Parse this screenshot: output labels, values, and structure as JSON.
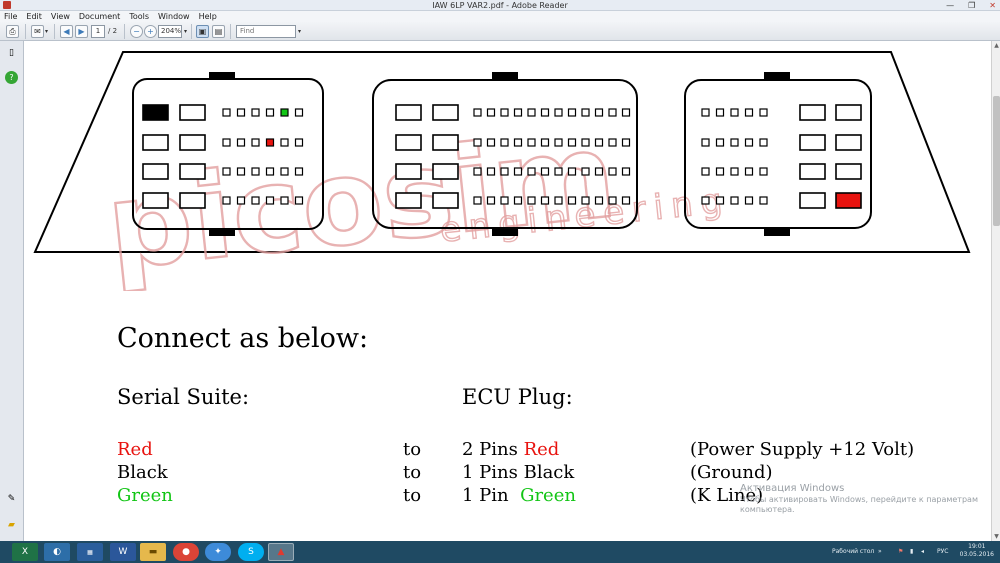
{
  "window": {
    "title": "IAW 6LP VAR2.pdf - Adobe Reader",
    "controls": [
      "—",
      "❐",
      "✕"
    ]
  },
  "menu": [
    "File",
    "Edit",
    "View",
    "Document",
    "Tools",
    "Window",
    "Help"
  ],
  "toolbar": {
    "page_current": "1",
    "page_total": "/ 2",
    "zoom": "204%",
    "find_placeholder": "Find"
  },
  "document": {
    "heading": "Connect as below:",
    "col_left": "Serial Suite:",
    "col_right": "ECU Plug:",
    "rows": [
      {
        "color_name": "Red",
        "to": "to",
        "pins_prefix": "2 Pins ",
        "pins_color": "Red",
        "desc": "(Power Supply +12 Volt)"
      },
      {
        "color_name": "Black",
        "to": "to",
        "pins_prefix": "1 Pins ",
        "pins_color": "Black",
        "desc": "(Ground)"
      },
      {
        "color_name": "Green",
        "to": "to",
        "pins_prefix": "1 Pin  ",
        "pins_color": "Green",
        "desc": "(K Line)"
      }
    ],
    "colors": {
      "red": "#e8130f",
      "black": "#000000",
      "green": "#12c515",
      "watermark": "#e7a3a3"
    }
  },
  "connector": {
    "watermark_text": "picosim",
    "watermark_sub": "engineering"
  },
  "activation": {
    "line1": "Активация Windows",
    "line2": "Чтобы активировать Windows, перейдите к параметрам",
    "line3": "компьютера."
  },
  "taskbar": {
    "apps": [
      "excel-icon",
      "media-icon",
      "acronis-icon",
      "word-icon",
      "explorer-icon",
      "chrome-icon",
      "paint-icon",
      "skype-icon",
      "adobe-reader-icon"
    ],
    "desktop_label": "Рабочий стол",
    "lang": "РУС",
    "time": "19:01",
    "date": "03.05.2016"
  }
}
